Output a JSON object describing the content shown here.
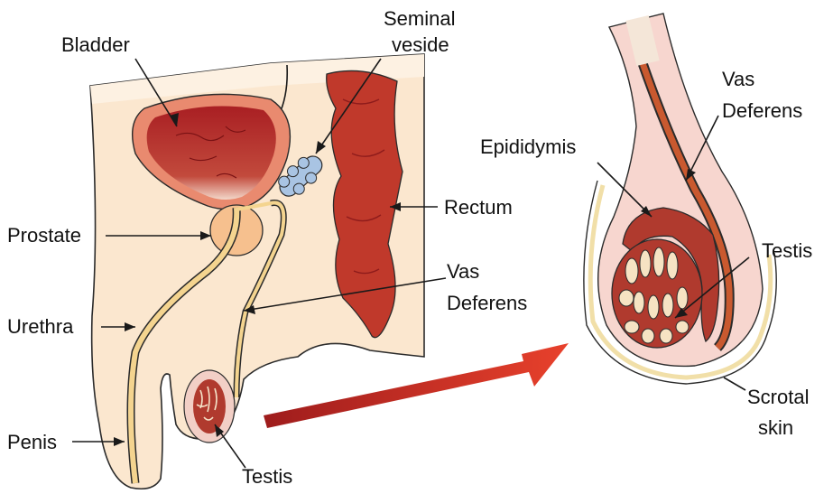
{
  "labels": {
    "bladder": "Bladder",
    "seminal_line1": "Seminal",
    "seminal_line2": "veside",
    "prostate": "Prostate",
    "rectum": "Rectum",
    "vas_left_line1": "Vas",
    "vas_left_line2": "Deferens",
    "urethra": "Urethra",
    "penis": "Penis",
    "testis_bottom": "Testis",
    "vas_right_line1": "Vas",
    "vas_right_line2": "Deferens",
    "epididymis": "Epididymis",
    "testis_right": "Testis",
    "scrotal_line1": "Scrotal",
    "scrotal_line2": "skin"
  },
  "colors": {
    "skin": "#fbe7cf",
    "skin_outline": "#2b2b2b",
    "bladder_wall": "#e98a6f",
    "bladder_inner": "#b3262a",
    "rectum": "#c0392b",
    "rectum_dark": "#8e1b1b",
    "prostate": "#f6c08e",
    "tube": "#f4d48f",
    "seminal_vesicle": "#a9c4e3",
    "testis": "#b03a2e",
    "arrow": "#d8372b",
    "sac": "#f7d6cf"
  }
}
